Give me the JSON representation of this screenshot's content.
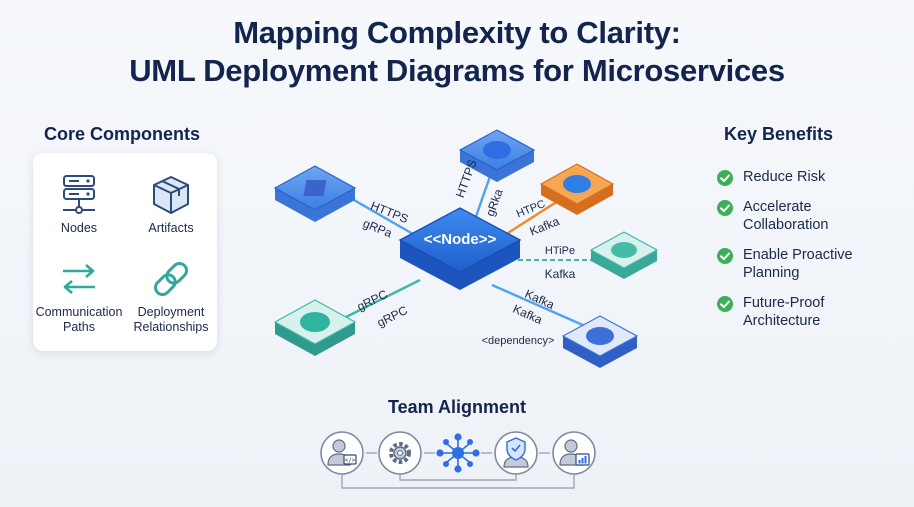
{
  "title": {
    "line1": "Mapping Complexity to Clarity:",
    "line2": "UML Deployment Diagrams for Microservices"
  },
  "core_components": {
    "heading": "Core Components",
    "items": [
      {
        "label": "Nodes",
        "icon": "server-icon"
      },
      {
        "label": "Artifacts",
        "icon": "box-icon"
      },
      {
        "label": "Communication Paths",
        "icon": "arrows-icon"
      },
      {
        "label": "Deployment Relationships",
        "icon": "chain-link-icon"
      }
    ]
  },
  "benefits": {
    "heading": "Key Benefits",
    "items": [
      {
        "text": "Reduce Risk"
      },
      {
        "text": "Accelerate\nCollaboration"
      },
      {
        "text": "Enable Proactive\nPlanning"
      },
      {
        "text": "Future-Proof\nArchitecture"
      }
    ]
  },
  "diagram": {
    "center_label": "<<Node>>",
    "edge_labels": [
      "HTTPS",
      "gRPa",
      "HTTPS",
      "gRka",
      "HTPC",
      "Kafka",
      "HTiPe",
      "Kafka",
      "Kafka",
      "Kafka",
      "<dependency>",
      "gRPC",
      "gRPC"
    ],
    "colors": {
      "blue": "#3d7fe6",
      "orange": "#ef8a2c",
      "teal": "#3fb8a5",
      "navy": "#13254d"
    }
  },
  "team": {
    "heading": "Team Alignment",
    "members": [
      "developer-icon",
      "operations-gear-icon",
      "network-hub-icon",
      "security-shield-icon",
      "analyst-chart-icon"
    ]
  }
}
